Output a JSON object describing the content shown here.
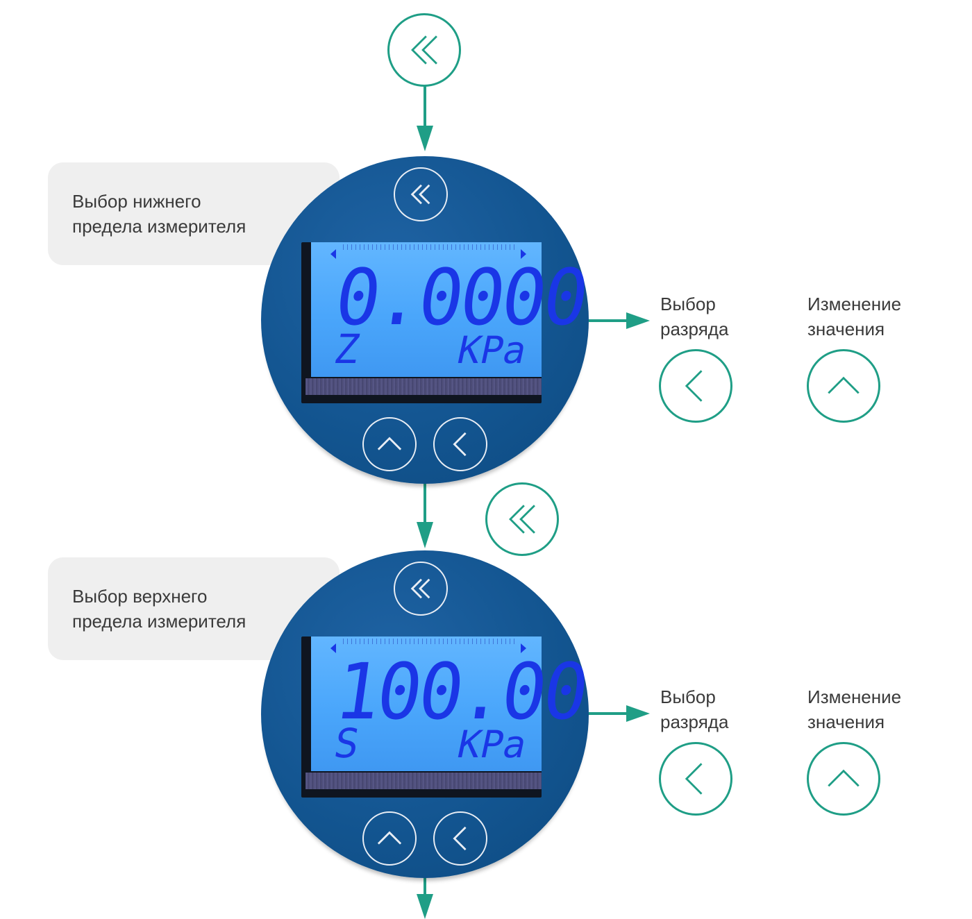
{
  "colors": {
    "accent": "#1f9e86",
    "device": "#12548f",
    "lcd": "#4aa6fb",
    "lcd_digits": "#1a36e6",
    "label_bg": "#efefef"
  },
  "top_button": {
    "icon": "double-chevron-left-icon"
  },
  "middle_button": {
    "icon": "double-chevron-left-icon"
  },
  "step1": {
    "label_line1": "Выбор нижнего",
    "label_line2": "предела измерителя",
    "display_value": "0.0000",
    "display_mode": "Z",
    "display_unit": "KPa",
    "select_line1": "Выбор",
    "select_line2": "разряда",
    "select_icon": "chevron-left-icon",
    "change_line1": "Изменение",
    "change_line2": "значения",
    "change_icon": "chevron-up-icon"
  },
  "step2": {
    "label_line1": "Выбор верхнего",
    "label_line2": "предела измерителя",
    "display_value": "100.00",
    "display_mode": "S",
    "display_unit": "KPa",
    "select_line1": "Выбор",
    "select_line2": "разряда",
    "select_icon": "chevron-left-icon",
    "change_line1": "Изменение",
    "change_line2": "значения",
    "change_icon": "chevron-up-icon"
  }
}
